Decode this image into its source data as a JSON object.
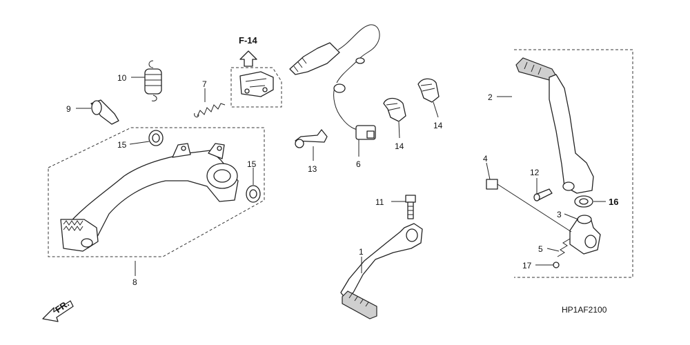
{
  "callouts": {
    "c1": "1",
    "c2": "2",
    "c3": "3",
    "c4": "4",
    "c5": "5",
    "c6": "6",
    "c7": "7",
    "c8": "8",
    "c9": "9",
    "c10": "10",
    "c11": "11",
    "c12": "12",
    "c13": "13",
    "c14a": "14",
    "c14b": "14",
    "c15a": "15",
    "c15b": "15",
    "c16": "16",
    "c17": "17"
  },
  "reference": "F-14",
  "front_marker": "FR.",
  "diagram_code": "HP1AF2100",
  "icons": {
    "direction": "front-arrow-icon",
    "reference": "up-arrow-icon"
  }
}
